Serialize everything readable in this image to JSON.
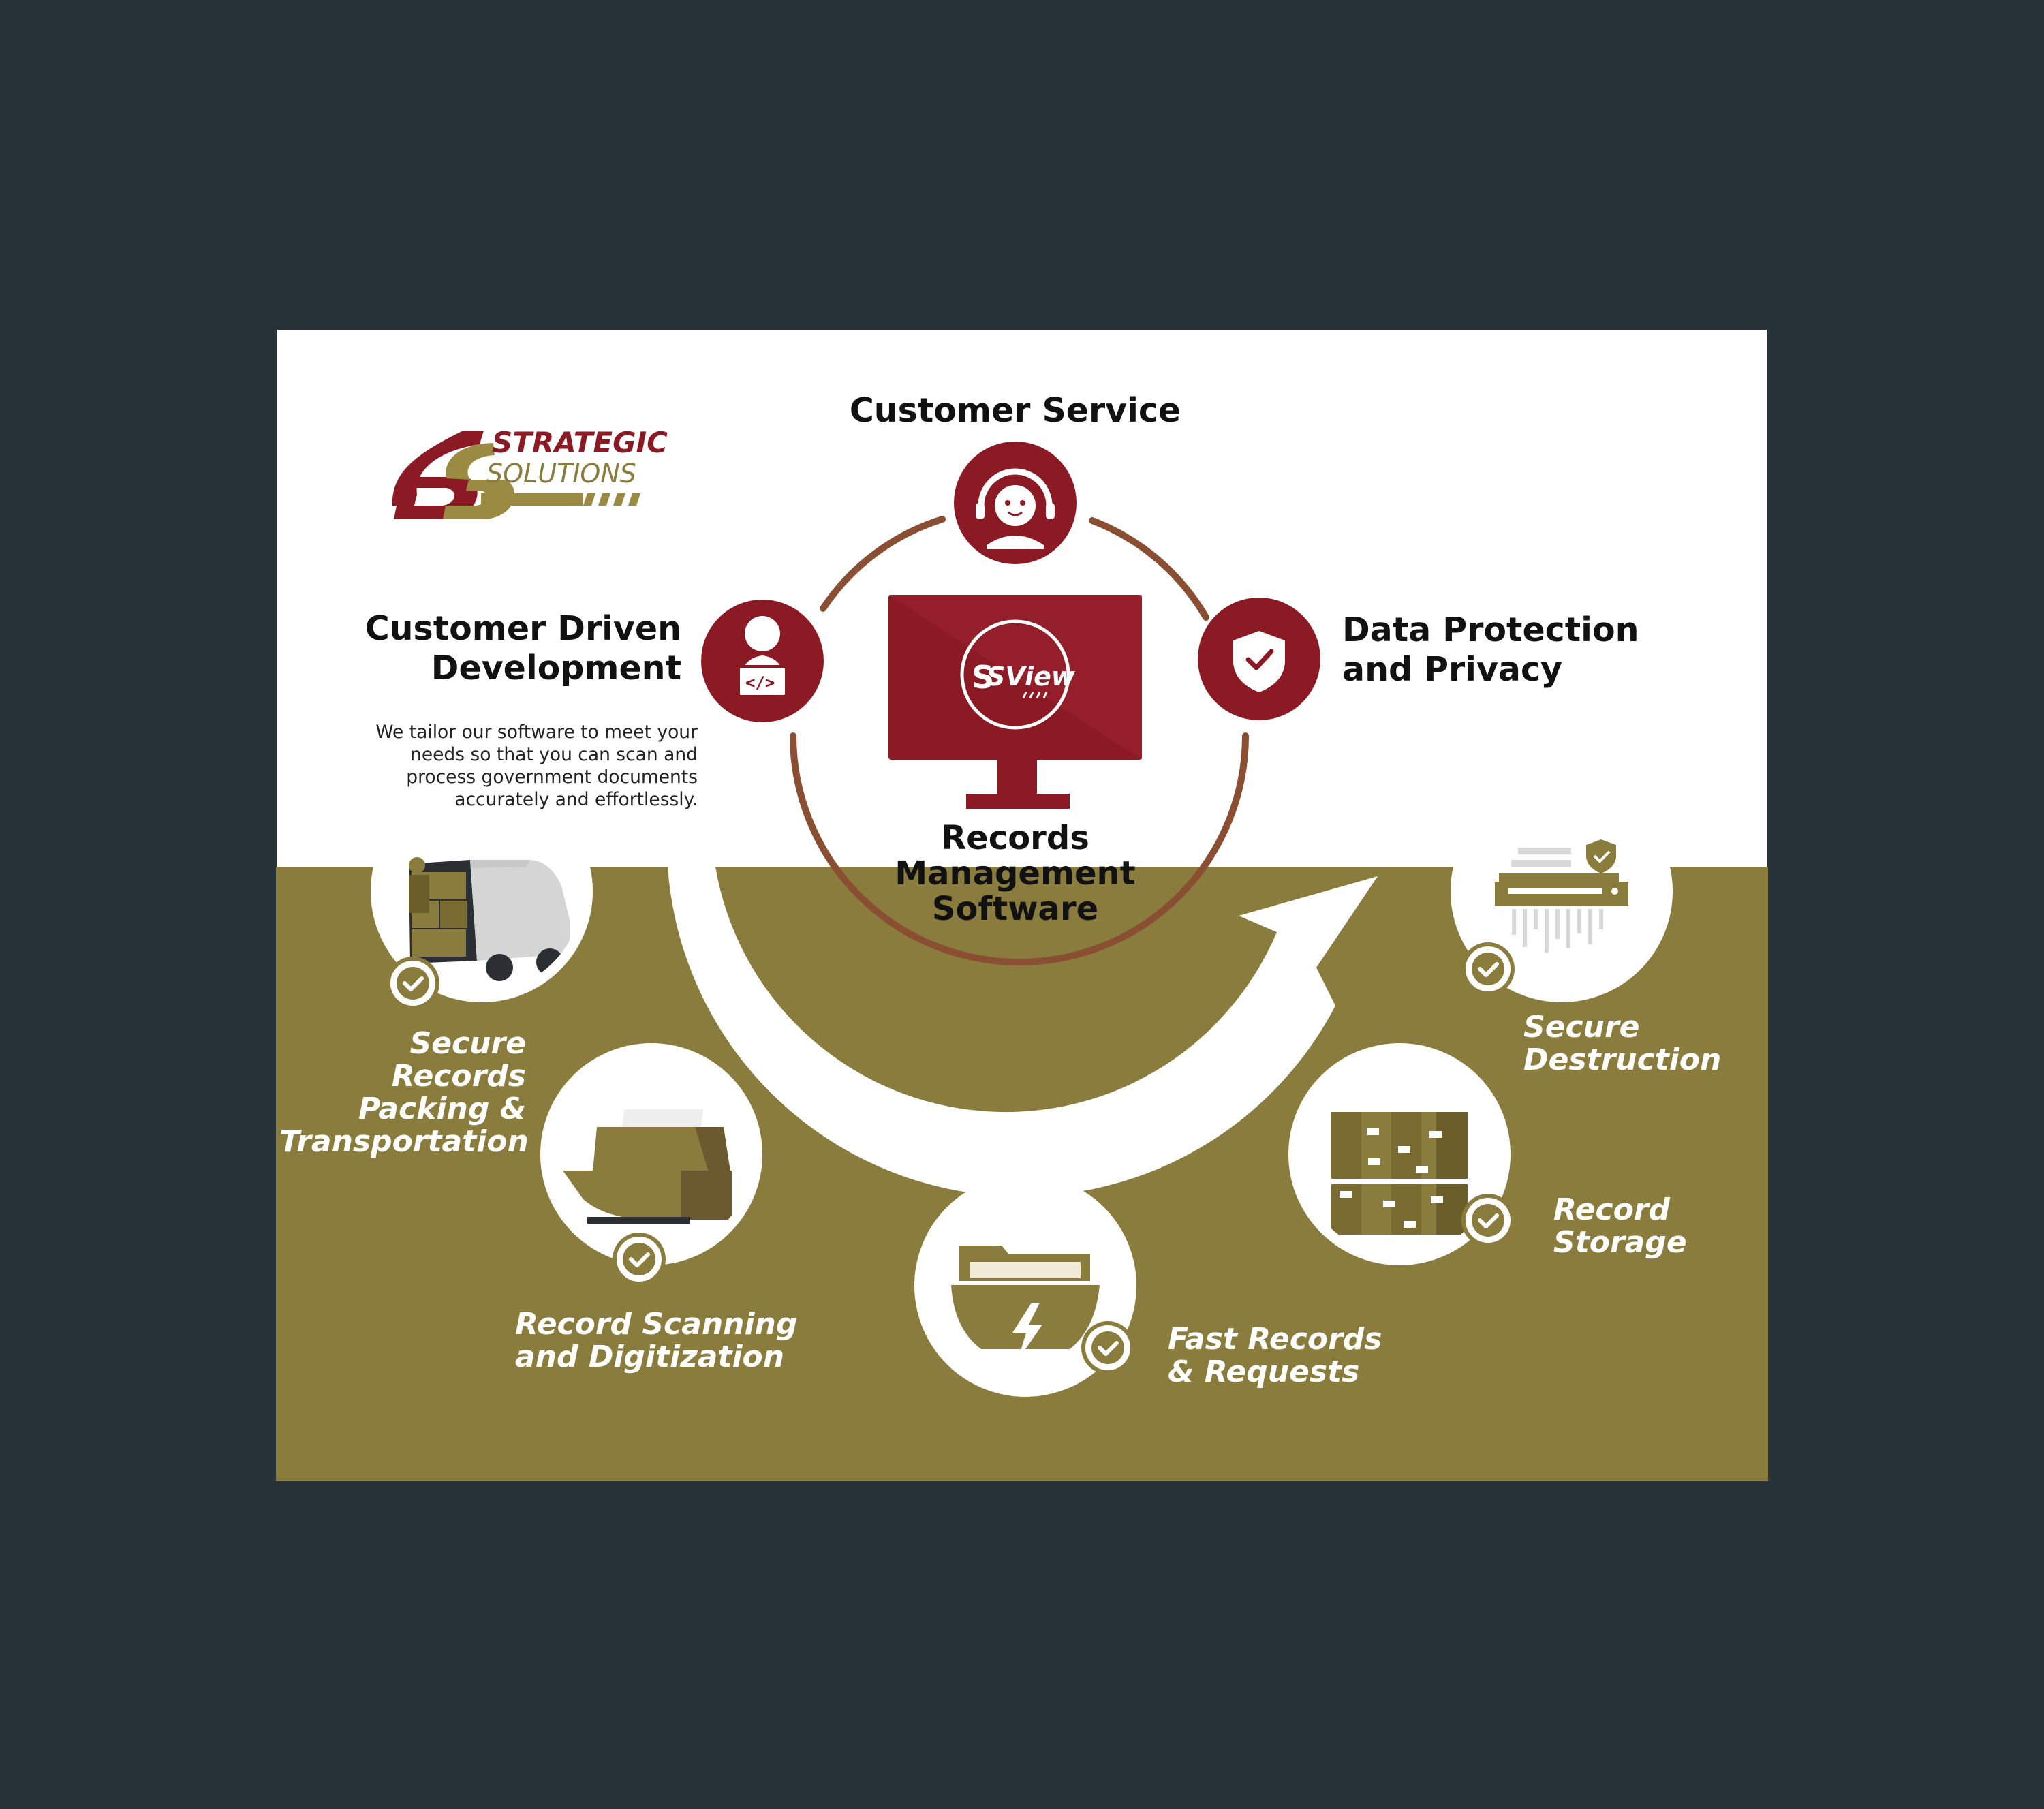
{
  "logo": {
    "line1": "STRATEGIC",
    "line2": "SOLUTIONS"
  },
  "software": {
    "screen_logo": "SView",
    "title_lines": [
      "Records",
      "Management",
      "Software"
    ]
  },
  "nodes": {
    "customer_service": {
      "label": "Customer Service"
    },
    "customer_driven": {
      "label_lines": [
        "Customer Driven",
        "Development"
      ],
      "description_lines": [
        "We tailor our software to meet your",
        "needs so that you can scan and",
        "process government documents",
        "accurately and effortlessly."
      ]
    },
    "data_protection": {
      "label_lines": [
        "Data Protection",
        "and Privacy"
      ]
    }
  },
  "services": {
    "packing": {
      "label_lines": [
        "Secure Records",
        "Packing &",
        "Transportation"
      ]
    },
    "scanning": {
      "label_lines": [
        "Record Scanning",
        "and Digitization"
      ]
    },
    "requests": {
      "label_lines": [
        "Fast Records",
        "& Requests"
      ]
    },
    "storage": {
      "label_lines": [
        "Record",
        "Storage"
      ]
    },
    "destruction": {
      "label_lines": [
        "Secure",
        "Destruction"
      ]
    }
  },
  "colors": {
    "background": "#263238",
    "panel_white": "#ffffff",
    "olive": "#8a7c3c",
    "maroon": "#8b1a24",
    "brown_ring": "#8a4f32",
    "text_dark": "#111111"
  }
}
